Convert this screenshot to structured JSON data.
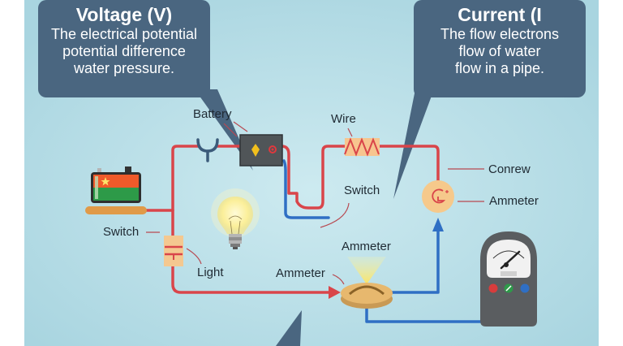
{
  "voltage_bubble": {
    "title": "Voltage (V)",
    "lines": [
      "The electrical potential",
      "potential difference",
      "water pressure."
    ]
  },
  "current_bubble": {
    "title": "Current (I",
    "lines": [
      "The flow electrons",
      "flow of water",
      "flow in a pipe."
    ]
  },
  "labels": {
    "battery": "Battery",
    "wire": "Wire",
    "switch_upper": "Switch",
    "switch_left": "Switch",
    "light": "Light",
    "conrew": "Conrew",
    "ammeter_right": "Ammeter",
    "ammeter_top": "Ammeter",
    "ammeter_left": "Ammeter"
  },
  "colors": {
    "background": "#bfe2ea",
    "bubble": "#4a6680",
    "wire_red": "#d9454a",
    "wire_blue": "#2f6fc4"
  }
}
